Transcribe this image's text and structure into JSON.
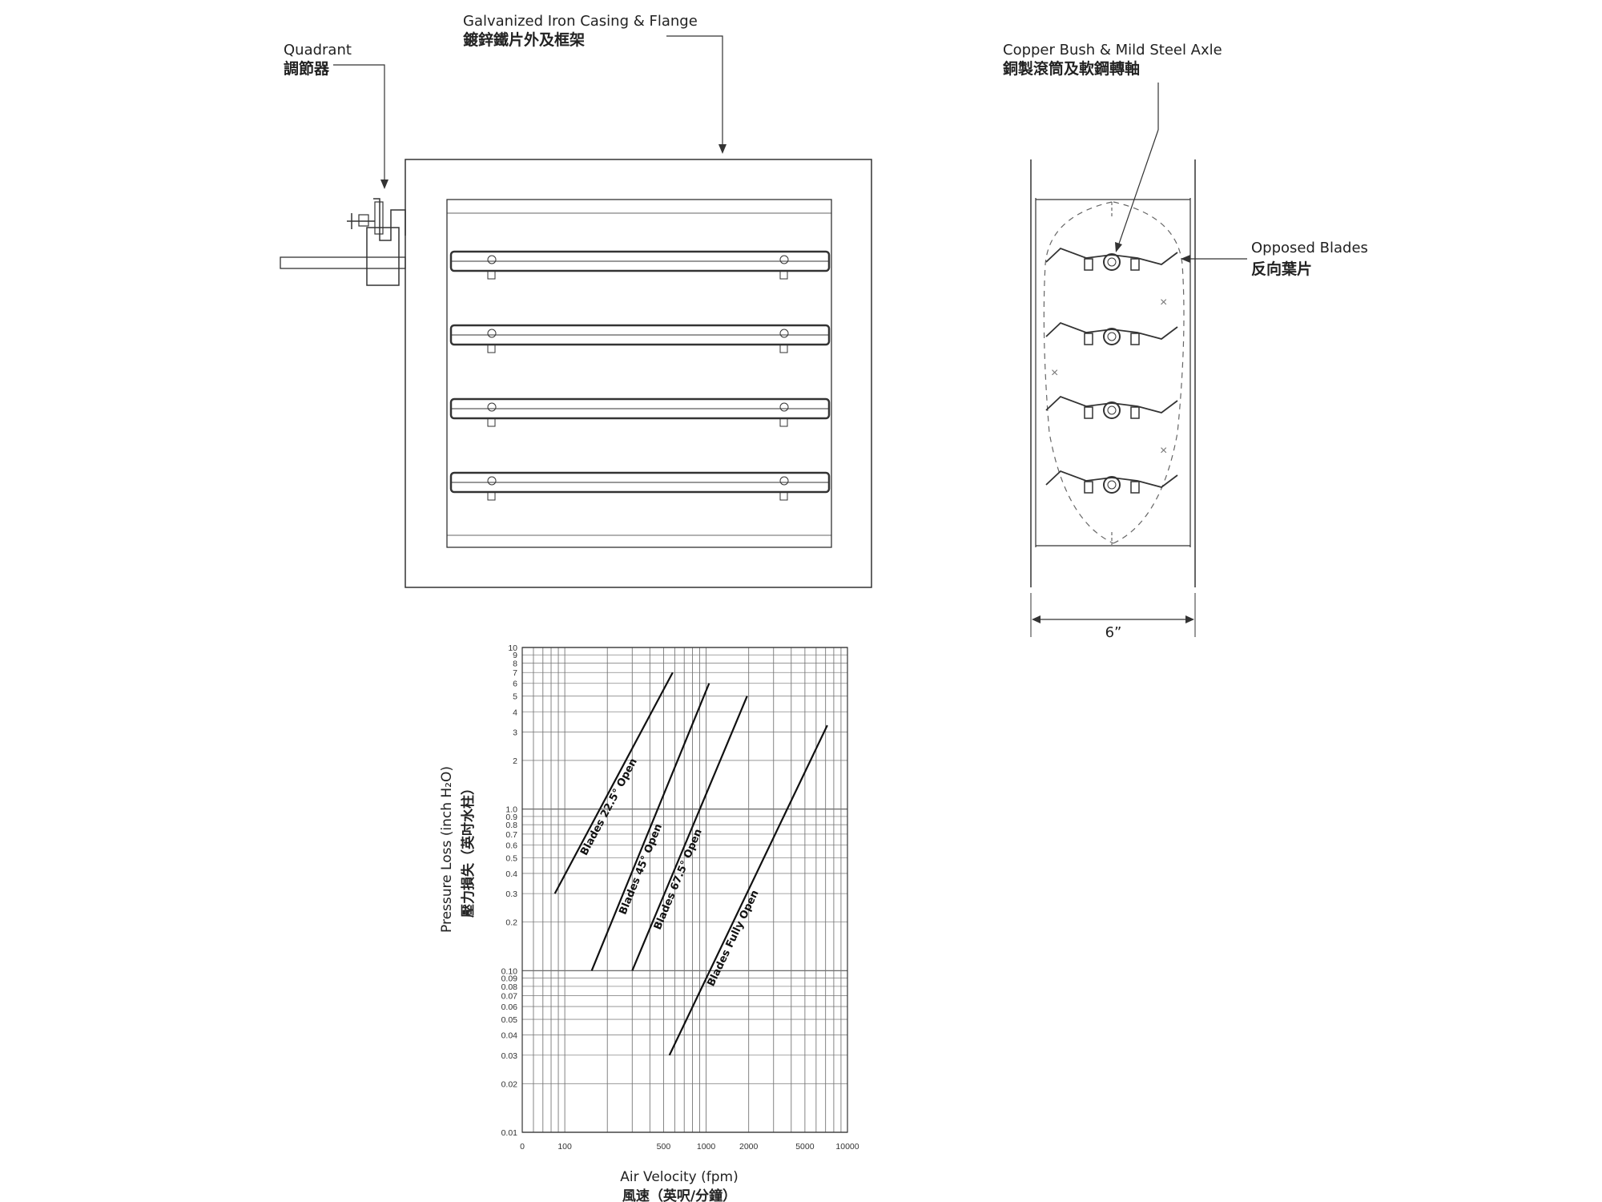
{
  "callouts": {
    "quadrant_en": "Quadrant",
    "quadrant_cn": "調節器",
    "casing_en": "Galvanized Iron Casing & Flange",
    "casing_cn": "鍍鋅鐵片外及框架",
    "bush_en": "Copper Bush & Mild Steel Axle",
    "bush_cn": "銅製滾筒及軟鋼轉軸",
    "blades_en": "Opposed Blades",
    "blades_cn": "反向葉片",
    "dimension": "6”"
  },
  "chart_data": {
    "type": "line",
    "xscale": "log",
    "yscale": "log",
    "grid": true,
    "xlabel": "Air Velocity (fpm)",
    "xlabel_cn": "風速（英呎/分鐘）",
    "ylabel": "Pressure Loss (inch H₂O)",
    "ylabel_cn": "壓力損失（英吋水柱）",
    "xlim": [
      50,
      10000
    ],
    "ylim": [
      0.01,
      10
    ],
    "x_tick_labels": [
      "0",
      "100",
      "500",
      "1000",
      "2000",
      "5000",
      "10000"
    ],
    "y_tick_labels": [
      "0.01",
      "0.02",
      "0.03",
      "0.04",
      "0.05",
      "0.06",
      "0.07",
      "0.08",
      "0.09",
      "0.10",
      "0.2",
      "0.3",
      "0.4",
      "0.5",
      "0.6",
      "0.7",
      "0.8",
      "0.9",
      "1.0",
      "2",
      "3",
      "4",
      "5",
      "6",
      "7",
      "8",
      "9",
      "10"
    ],
    "series": [
      {
        "name": "Blades 22.5° Open",
        "x": [
          85,
          580
        ],
        "y": [
          0.3,
          7
        ]
      },
      {
        "name": "Blades 45° Open",
        "x": [
          155,
          1050
        ],
        "y": [
          0.1,
          6
        ]
      },
      {
        "name": "Blades 67.5° Open",
        "x": [
          300,
          1950
        ],
        "y": [
          0.1,
          5
        ]
      },
      {
        "name": "Blades Fully Open",
        "x": [
          550,
          7200
        ],
        "y": [
          0.03,
          3.3
        ]
      }
    ]
  }
}
